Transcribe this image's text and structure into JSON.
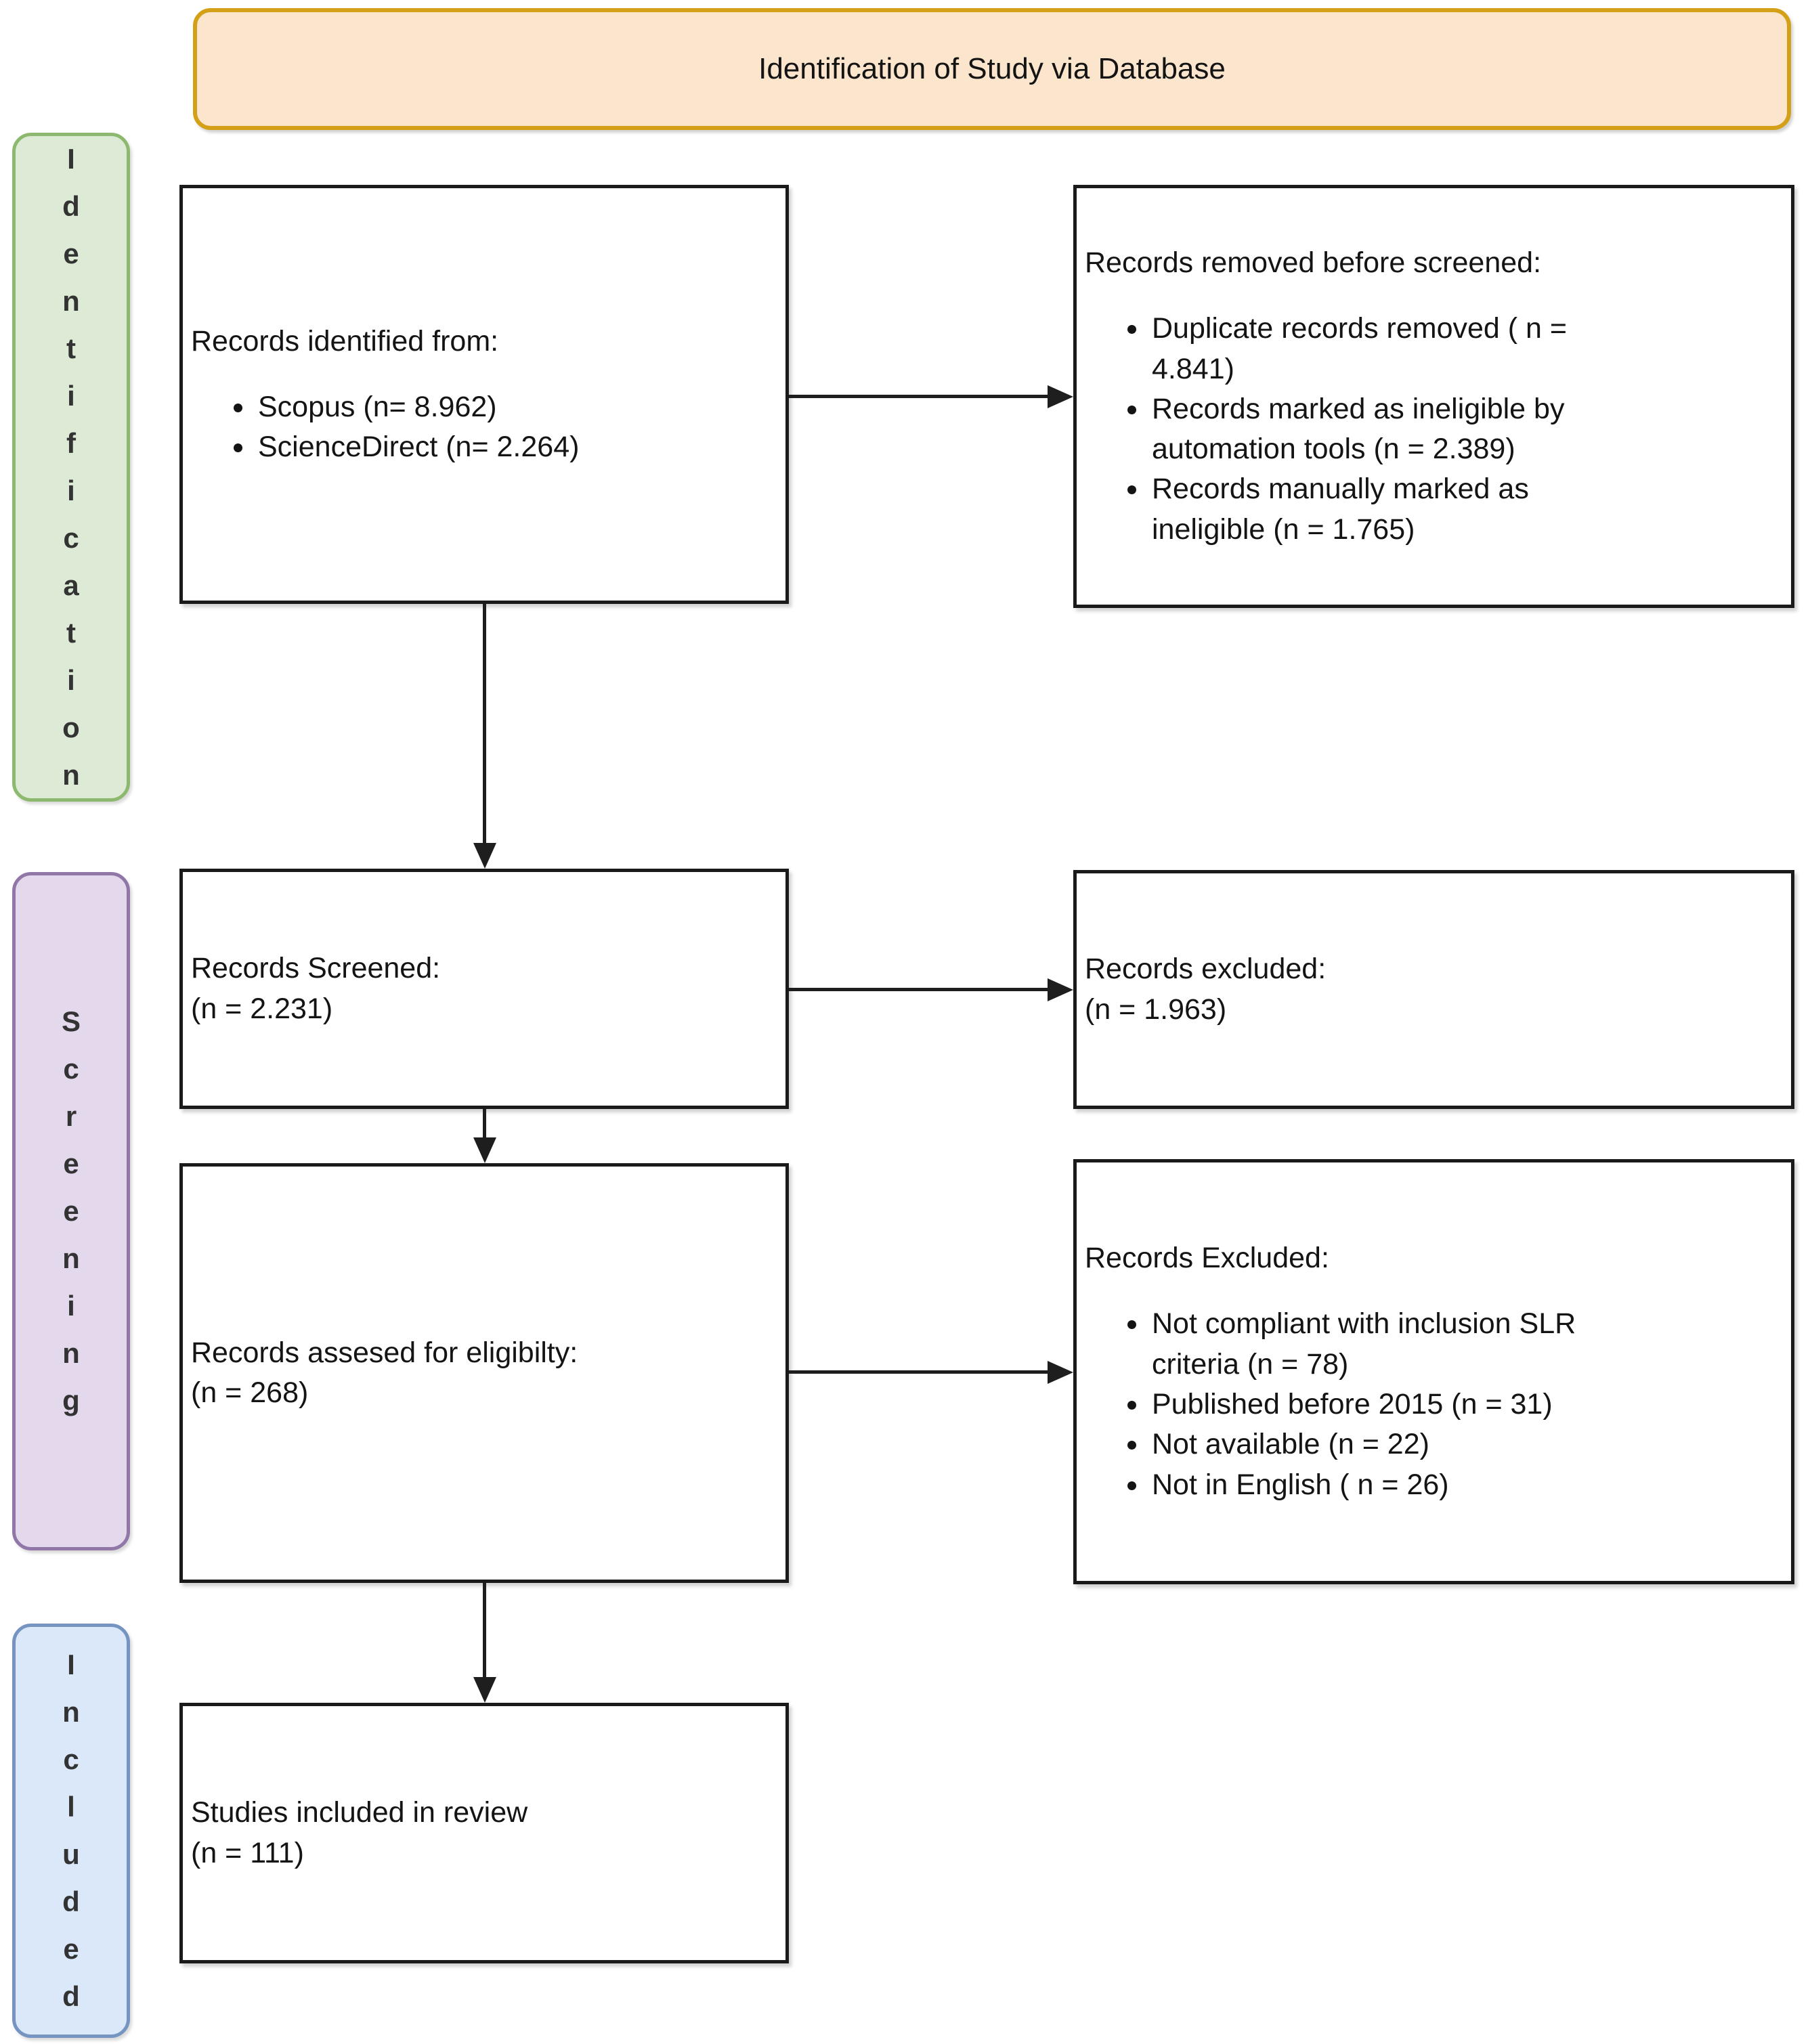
{
  "banner": {
    "title": "Identification of Study via Database"
  },
  "stages": [
    {
      "label": "Identification"
    },
    {
      "label": "Screening"
    },
    {
      "label": "Included"
    }
  ],
  "boxes": {
    "identified": {
      "heading": "Records identified from:",
      "bullets": [
        "Scopus (n= 8.962)",
        "ScienceDirect (n= 2.264)"
      ]
    },
    "removed_before_screening": {
      "heading": "Records removed before screened:",
      "bullets": [
        "Duplicate records removed ( n = 4.841)",
        "Records marked as ineligible by automation tools (n = 2.389)",
        "Records manually marked as ineligible (n = 1.765)"
      ]
    },
    "screened": {
      "line1": "Records Screened:",
      "line2": "(n = 2.231)"
    },
    "records_excluded": {
      "line1": "Records excluded:",
      "line2": "(n = 1.963)"
    },
    "assessed": {
      "line1": "Records assesed for eligibilty:",
      "line2": "(n = 268)"
    },
    "excluded_after_assessment": {
      "heading": "Records Excluded:",
      "bullets": [
        "Not compliant with inclusion SLR criteria (n = 78)",
        "Published before 2015 (n = 31)",
        "Not available (n = 22)",
        "Not in English ( n = 26)"
      ]
    },
    "included_studies": {
      "line1": "Studies included in review",
      "line2": "(n = 111)"
    }
  },
  "colors": {
    "banner_fill": "#fce5cd",
    "banner_border": "#d4a017",
    "identification_fill": "#dcead6",
    "identification_border": "#8cb96e",
    "screening_fill": "#e4d9ec",
    "screening_border": "#9176a8",
    "included_fill": "#dbe8f9",
    "included_border": "#7594c1",
    "flow_box_border": "#1a1a1a",
    "arrow": "#1e1e1e"
  }
}
